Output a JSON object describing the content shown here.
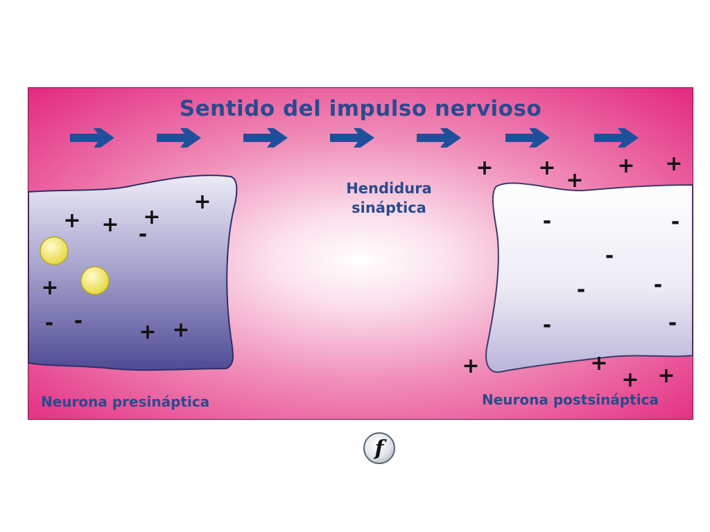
{
  "diagram": {
    "title": "Sentido del impulso nervioso",
    "cleft_label_line1": "Hendidura",
    "cleft_label_line2": "sináptica",
    "presynaptic_label": "Neurona presináptica",
    "postsynaptic_label": "Neurona postsináptica",
    "colors": {
      "background_pink": "#e2207a",
      "background_center": "#ffffff",
      "arrow": "#1f4f9a",
      "text": "#2a4a8e",
      "presynaptic_fill": "#5a569f",
      "postsynaptic_fill": "#f2eef6",
      "vesicle": "#f3ea6a"
    },
    "arrow_count": 7,
    "charges": [
      {
        "symbol": "+",
        "region": "pre"
      },
      {
        "symbol": "+",
        "region": "pre"
      },
      {
        "symbol": "+",
        "region": "pre"
      },
      {
        "symbol": "-",
        "region": "pre"
      },
      {
        "symbol": "+",
        "region": "pre"
      },
      {
        "symbol": "+",
        "region": "pre"
      },
      {
        "symbol": "-",
        "region": "pre"
      },
      {
        "symbol": "+",
        "region": "pre"
      },
      {
        "symbol": "-",
        "region": "pre"
      },
      {
        "symbol": "+",
        "region": "pre"
      },
      {
        "symbol": "+",
        "region": "post-outside"
      },
      {
        "symbol": "+",
        "region": "post-outside"
      },
      {
        "symbol": "+",
        "region": "post-outside"
      },
      {
        "symbol": "+",
        "region": "post-outside"
      },
      {
        "symbol": "+",
        "region": "post-outside"
      },
      {
        "symbol": "-",
        "region": "post-inside"
      },
      {
        "symbol": "-",
        "region": "post-inside"
      },
      {
        "symbol": "-",
        "region": "post-inside"
      },
      {
        "symbol": "-",
        "region": "post-inside"
      },
      {
        "symbol": "-",
        "region": "post-inside"
      },
      {
        "symbol": "-",
        "region": "post-inside"
      },
      {
        "symbol": "-",
        "region": "post-inside"
      },
      {
        "symbol": "+",
        "region": "post-outside"
      },
      {
        "symbol": "+",
        "region": "post-outside"
      },
      {
        "symbol": "+",
        "region": "post-outside"
      },
      {
        "symbol": "+",
        "region": "post-outside"
      }
    ],
    "vesicle_count": 2
  },
  "player": {
    "icon": "flash-player-icon",
    "glyph": "f"
  }
}
